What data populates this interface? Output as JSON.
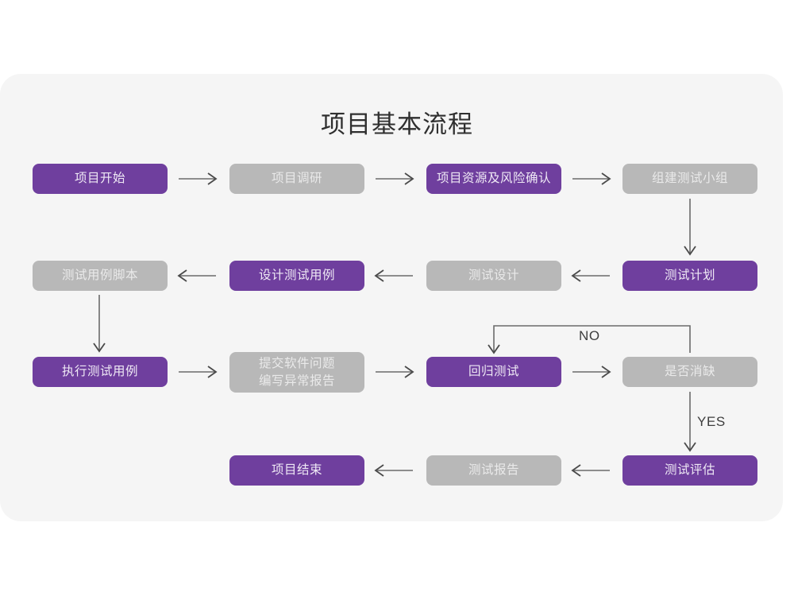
{
  "card": {
    "background_color": "#f5f5f5"
  },
  "header": {
    "title": "项目基本流程"
  },
  "colors": {
    "accent_purple": "#6f3f9e",
    "muted_gray": "#b8b8b8",
    "purple_text": "#efe9f5",
    "gray_text": "#eaeaea",
    "connector": "#6b6b6b",
    "title_text": "#2f2f2f",
    "page_background": "#ffffff"
  },
  "flow": {
    "nodes": [
      {
        "id": "n1",
        "label": "项目开始",
        "style": "purple",
        "row": 1,
        "col": 1
      },
      {
        "id": "n2",
        "label": "项目调研",
        "style": "gray",
        "row": 1,
        "col": 2
      },
      {
        "id": "n3",
        "label": "项目资源及风险确认",
        "style": "purple",
        "row": 1,
        "col": 3
      },
      {
        "id": "n4",
        "label": "组建测试小组",
        "style": "gray",
        "row": 1,
        "col": 4
      },
      {
        "id": "n5",
        "label": "测试用例脚本",
        "style": "gray",
        "row": 2,
        "col": 1
      },
      {
        "id": "n6",
        "label": "设计测试用例",
        "style": "purple",
        "row": 2,
        "col": 2
      },
      {
        "id": "n7",
        "label": "测试设计",
        "style": "gray",
        "row": 2,
        "col": 3
      },
      {
        "id": "n8",
        "label": "测试计划",
        "style": "purple",
        "row": 2,
        "col": 4
      },
      {
        "id": "n9",
        "label": "执行测试用例",
        "style": "purple",
        "row": 3,
        "col": 1
      },
      {
        "id": "n10",
        "label": "提交软件问题\n编写异常报告",
        "style": "gray",
        "row": 3,
        "col": 2
      },
      {
        "id": "n11",
        "label": "回归测试",
        "style": "purple",
        "row": 3,
        "col": 3
      },
      {
        "id": "n12",
        "label": "是否消缺",
        "style": "gray",
        "row": 3,
        "col": 4
      },
      {
        "id": "n13",
        "label": "项目结束",
        "style": "purple",
        "row": 4,
        "col": 2
      },
      {
        "id": "n14",
        "label": "测试报告",
        "style": "gray",
        "row": 4,
        "col": 3
      },
      {
        "id": "n15",
        "label": "测试评估",
        "style": "purple",
        "row": 4,
        "col": 4
      }
    ],
    "branch_labels": {
      "no": "NO",
      "yes": "YES"
    },
    "edges": [
      {
        "from": "n1",
        "to": "n2",
        "direction": "right"
      },
      {
        "from": "n2",
        "to": "n3",
        "direction": "right"
      },
      {
        "from": "n3",
        "to": "n4",
        "direction": "right"
      },
      {
        "from": "n4",
        "to": "n8",
        "direction": "down"
      },
      {
        "from": "n8",
        "to": "n7",
        "direction": "left"
      },
      {
        "from": "n7",
        "to": "n6",
        "direction": "left"
      },
      {
        "from": "n6",
        "to": "n5",
        "direction": "left"
      },
      {
        "from": "n5",
        "to": "n9",
        "direction": "down"
      },
      {
        "from": "n9",
        "to": "n10",
        "direction": "right"
      },
      {
        "from": "n10",
        "to": "n11",
        "direction": "right"
      },
      {
        "from": "n11",
        "to": "n12",
        "direction": "right"
      },
      {
        "from": "n12",
        "to": "n11",
        "direction": "loop-up",
        "label": "NO"
      },
      {
        "from": "n12",
        "to": "n15",
        "direction": "down",
        "label": "YES"
      },
      {
        "from": "n15",
        "to": "n14",
        "direction": "left"
      },
      {
        "from": "n14",
        "to": "n13",
        "direction": "left"
      }
    ]
  }
}
